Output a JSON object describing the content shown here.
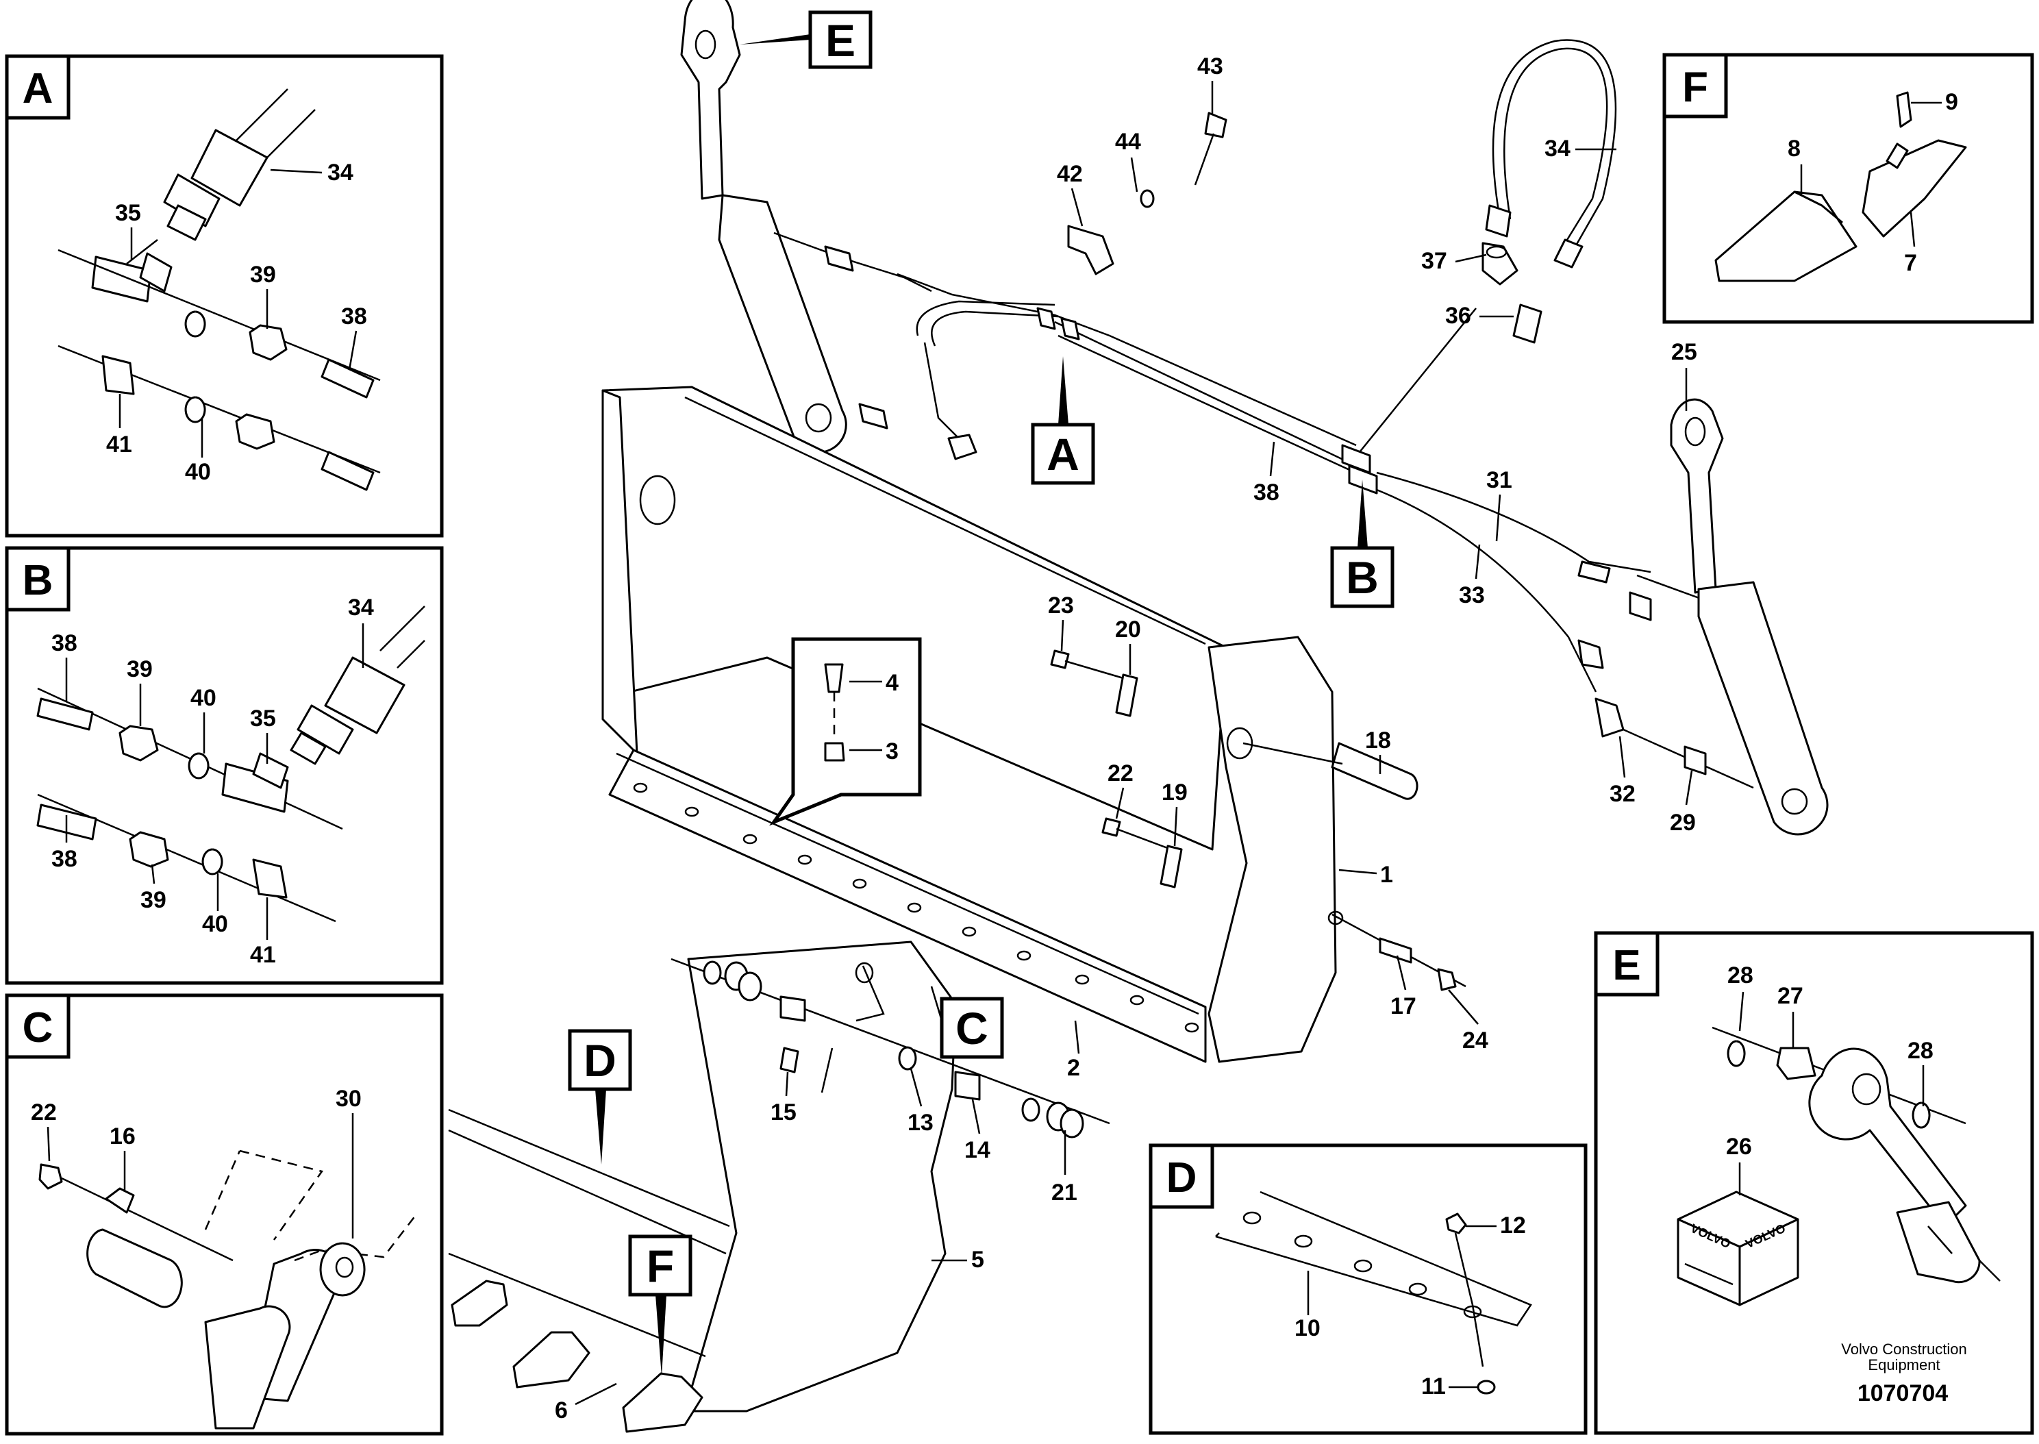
{
  "figure": {
    "document_number": "1070704",
    "credit_line1": "Volvo Construction",
    "credit_line2": "Equipment"
  },
  "detail_boxes": {
    "A": {
      "letter": "A",
      "labels": [
        "34",
        "35",
        "39",
        "38",
        "41",
        "40"
      ]
    },
    "B": {
      "letter": "B",
      "labels": [
        "34",
        "38",
        "39",
        "40",
        "35",
        "38",
        "39",
        "40",
        "41"
      ]
    },
    "C": {
      "letter": "C",
      "labels": [
        "22",
        "16",
        "30"
      ]
    },
    "D": {
      "letter": "D",
      "labels": [
        "12",
        "10",
        "11"
      ]
    },
    "E": {
      "letter": "E",
      "labels": [
        "28",
        "27",
        "28",
        "26"
      ]
    },
    "F": {
      "letter": "F",
      "labels": [
        "9",
        "8",
        "7"
      ]
    }
  },
  "callouts": [
    "E",
    "A",
    "B",
    "C",
    "D",
    "F"
  ],
  "main_labels": [
    "43",
    "44",
    "42",
    "34",
    "37",
    "36",
    "38",
    "31",
    "33",
    "25",
    "23",
    "20",
    "4",
    "3",
    "18",
    "22",
    "19",
    "1",
    "32",
    "29",
    "17",
    "24",
    "2",
    "15",
    "13",
    "14",
    "21",
    "5",
    "6"
  ],
  "box_inset": {
    "text": "VOLVO"
  }
}
